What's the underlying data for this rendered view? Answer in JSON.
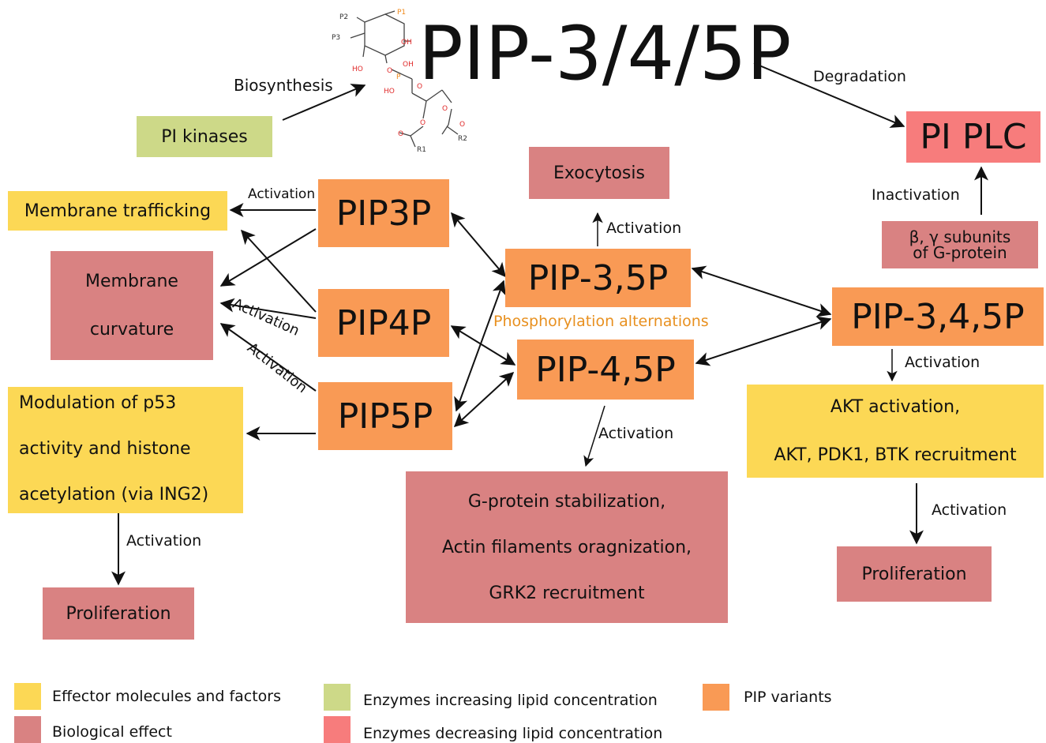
{
  "title": "PIP-3/4/5P",
  "subtitle_phosphorylation": "Phosphorylation alternations",
  "colors": {
    "effector": "#fcd855",
    "biological_effect": "#d98282",
    "enzymes_increasing": "#cdd988",
    "enzymes_decreasing": "#f77c7c",
    "pip_variant": "#f99a55"
  },
  "nodes": {
    "pi_kinases": "PI kinases",
    "pi_plc": "PI PLC",
    "exocytosis": "Exocytosis",
    "membrane_trafficking": "Membrane trafficking",
    "membrane_curvature": [
      "Membrane",
      "curvature"
    ],
    "pip3p": "PIP3P",
    "pip4p": "PIP4P",
    "pip5p": "PIP5P",
    "pip35p": "PIP-3,5P",
    "pip45p": "PIP-4,5P",
    "pip345p": "PIP-3,4,5P",
    "gprotein_subunits": [
      "β, γ subunits",
      "of G-protein"
    ],
    "p53_modulation": [
      "Modulation of p53",
      "activity and histone",
      "acetylation (via ING2)"
    ],
    "akt": [
      "AKT activation,",
      "AKT, PDK1, BTK recruitment"
    ],
    "gprotein_effects": [
      "G-protein stabilization,",
      "Actin filaments oragnization,",
      "GRK2 recruitment"
    ],
    "proliferation_left": "Proliferation",
    "proliferation_right": "Proliferation"
  },
  "edge_labels": {
    "biosynthesis": "Biosynthesis",
    "degradation": "Degradation",
    "inactivation": "Inactivation",
    "activation": "Activation"
  },
  "molecule_labels": [
    "P2",
    "P1",
    "P3",
    "OH",
    "HO",
    "HO",
    "O",
    "P",
    "OH",
    "O",
    "O",
    "O",
    "O",
    "O",
    "R1",
    "R2"
  ],
  "legend": [
    {
      "label": "Effector molecules and factors",
      "color": "#fcd855"
    },
    {
      "label": "Biological effect",
      "color": "#d98282"
    },
    {
      "label": "Enzymes increasing lipid concentration",
      "color": "#cdd988"
    },
    {
      "label": "Enzymes decreasing lipid concentration",
      "color": "#f77c7c"
    },
    {
      "label": "PIP variants",
      "color": "#f99a55"
    }
  ]
}
